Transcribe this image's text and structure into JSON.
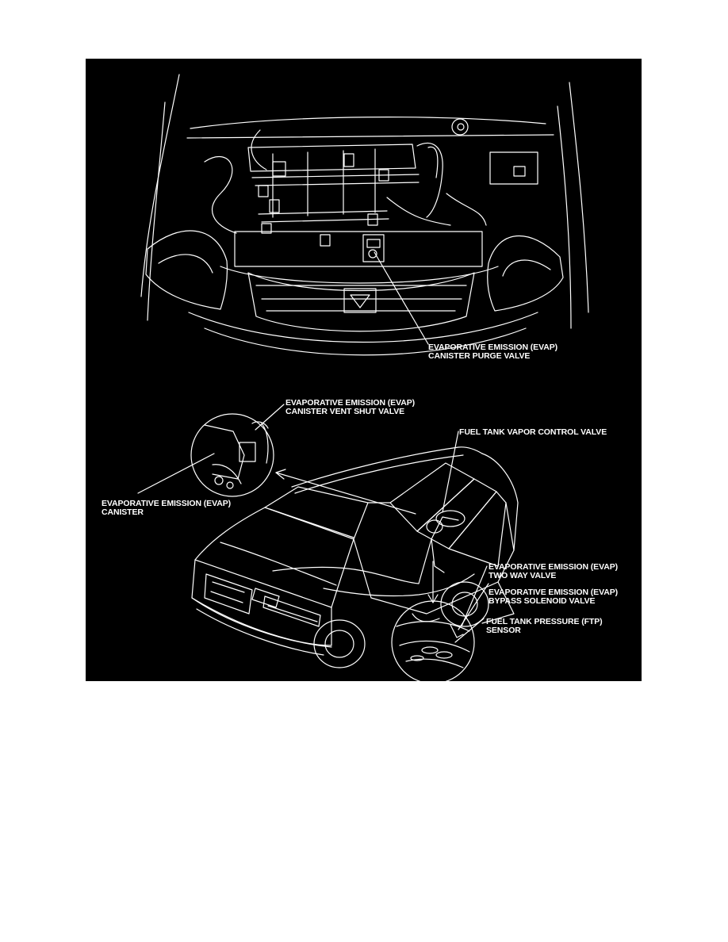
{
  "colors": {
    "page_background": "#ffffff",
    "figure_background": "#000000",
    "linework": "#ffffff"
  },
  "labels": {
    "purge_valve": {
      "line1": "EVAPORATIVE EMISSION (EVAP)",
      "line2": "CANISTER PURGE VALVE"
    },
    "vent_shut_valve": {
      "line1": "EVAPORATIVE EMISSION (EVAP)",
      "line2": "CANISTER VENT SHUT VALVE"
    },
    "vapor_control_valve": {
      "line1": "FUEL TANK VAPOR CONTROL VALVE"
    },
    "canister": {
      "line1": "EVAPORATIVE EMISSION (EVAP)",
      "line2": "CANISTER"
    },
    "two_way_valve": {
      "line1": "EVAPORATIVE EMISSION (EVAP)",
      "line2": "TWO WAY VALVE"
    },
    "bypass_solenoid_valve": {
      "line1": "EVAPORATIVE EMISSION (EVAP)",
      "line2": "BYPASS SOLENOID VALVE"
    },
    "ftp_sensor": {
      "line1": "FUEL TANK PRESSURE (FTP)",
      "line2": "SENSOR"
    }
  }
}
